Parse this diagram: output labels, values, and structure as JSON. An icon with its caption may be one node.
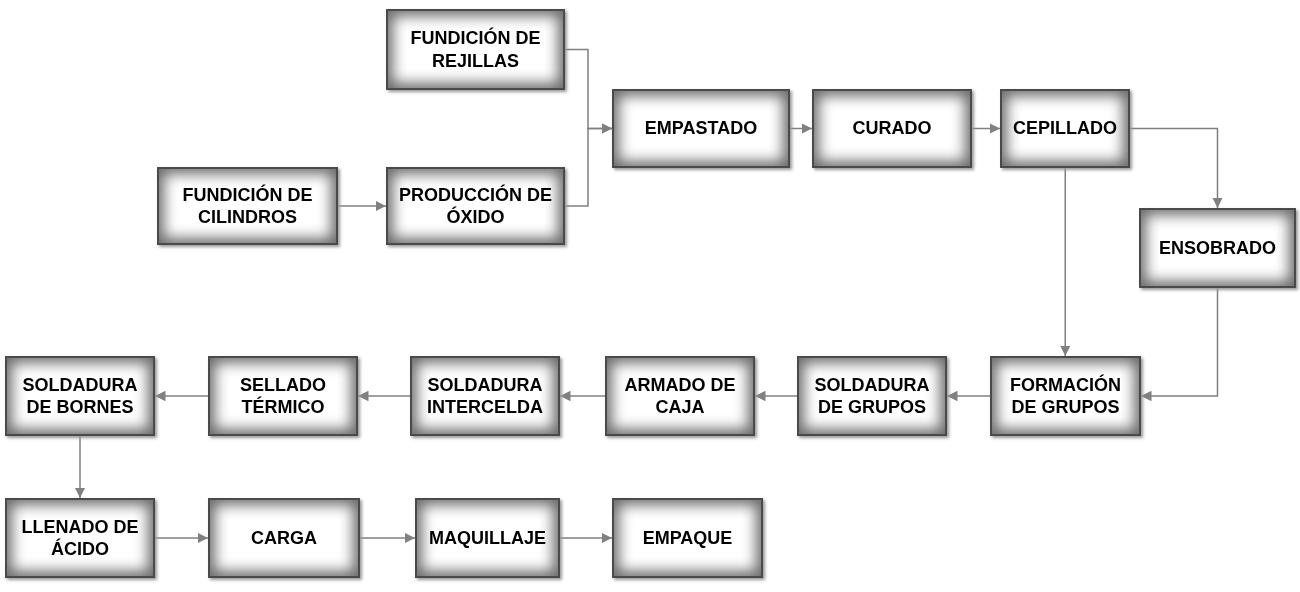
{
  "diagram": {
    "nodes": [
      {
        "text": [
          "FUNDICIÓN DE REJILLAS"
        ]
      },
      {
        "text": [
          "FUNDICIÓN DE CILINDROS"
        ]
      },
      {
        "text": [
          "PRODUCCIÓN DE ÓXIDO"
        ]
      },
      {
        "text": [
          "EMPASTADO"
        ]
      },
      {
        "text": [
          "CURADO"
        ]
      },
      {
        "text": [
          "CEPILLADO"
        ]
      },
      {
        "text": [
          "ENSOBRADO"
        ]
      },
      {
        "text": [
          "FORMACIÓN DE GRUPOS"
        ]
      },
      {
        "text": [
          "SOLDADURA DE GRUPOS"
        ]
      },
      {
        "text": [
          "ARMADO DE CAJA"
        ]
      },
      {
        "text": [
          "SOLDADURA INTERCELDA"
        ]
      },
      {
        "text": [
          "SELLADO TÉRMICO"
        ]
      },
      {
        "text": [
          "SOLDADURA DE BORNES"
        ]
      },
      {
        "text": [
          "LLENADO DE ÁCIDO"
        ]
      },
      {
        "text": [
          "CARGA"
        ]
      },
      {
        "text": [
          "MAQUILLAJE"
        ]
      },
      {
        "text": [
          "EMPAQUE"
        ]
      }
    ],
    "edges": [
      {
        "from": 0,
        "to": 3,
        "arrow": "to"
      },
      {
        "from": 2,
        "to": 3,
        "arrow": "to"
      },
      {
        "from": 1,
        "to": 2,
        "arrow": "to"
      },
      {
        "from": 3,
        "to": 4,
        "arrow": "to"
      },
      {
        "from": 4,
        "to": 5,
        "arrow": "to"
      },
      {
        "from": 5,
        "to": 6,
        "arrow": "to"
      },
      {
        "from": 5,
        "to": 7,
        "arrow": "to"
      },
      {
        "from": 6,
        "to": 7,
        "arrow": "to"
      },
      {
        "from": 7,
        "to": 8,
        "arrow": "to"
      },
      {
        "from": 8,
        "to": 9,
        "arrow": "to"
      },
      {
        "from": 9,
        "to": 10,
        "arrow": "to"
      },
      {
        "from": 10,
        "to": 11,
        "arrow": "to"
      },
      {
        "from": 11,
        "to": 12,
        "arrow": "to"
      },
      {
        "from": 12,
        "to": 13,
        "arrow": "to"
      },
      {
        "from": 13,
        "to": 14,
        "arrow": "to"
      },
      {
        "from": 14,
        "to": 15,
        "arrow": "to"
      },
      {
        "from": 15,
        "to": 16,
        "arrow": "to"
      }
    ]
  }
}
